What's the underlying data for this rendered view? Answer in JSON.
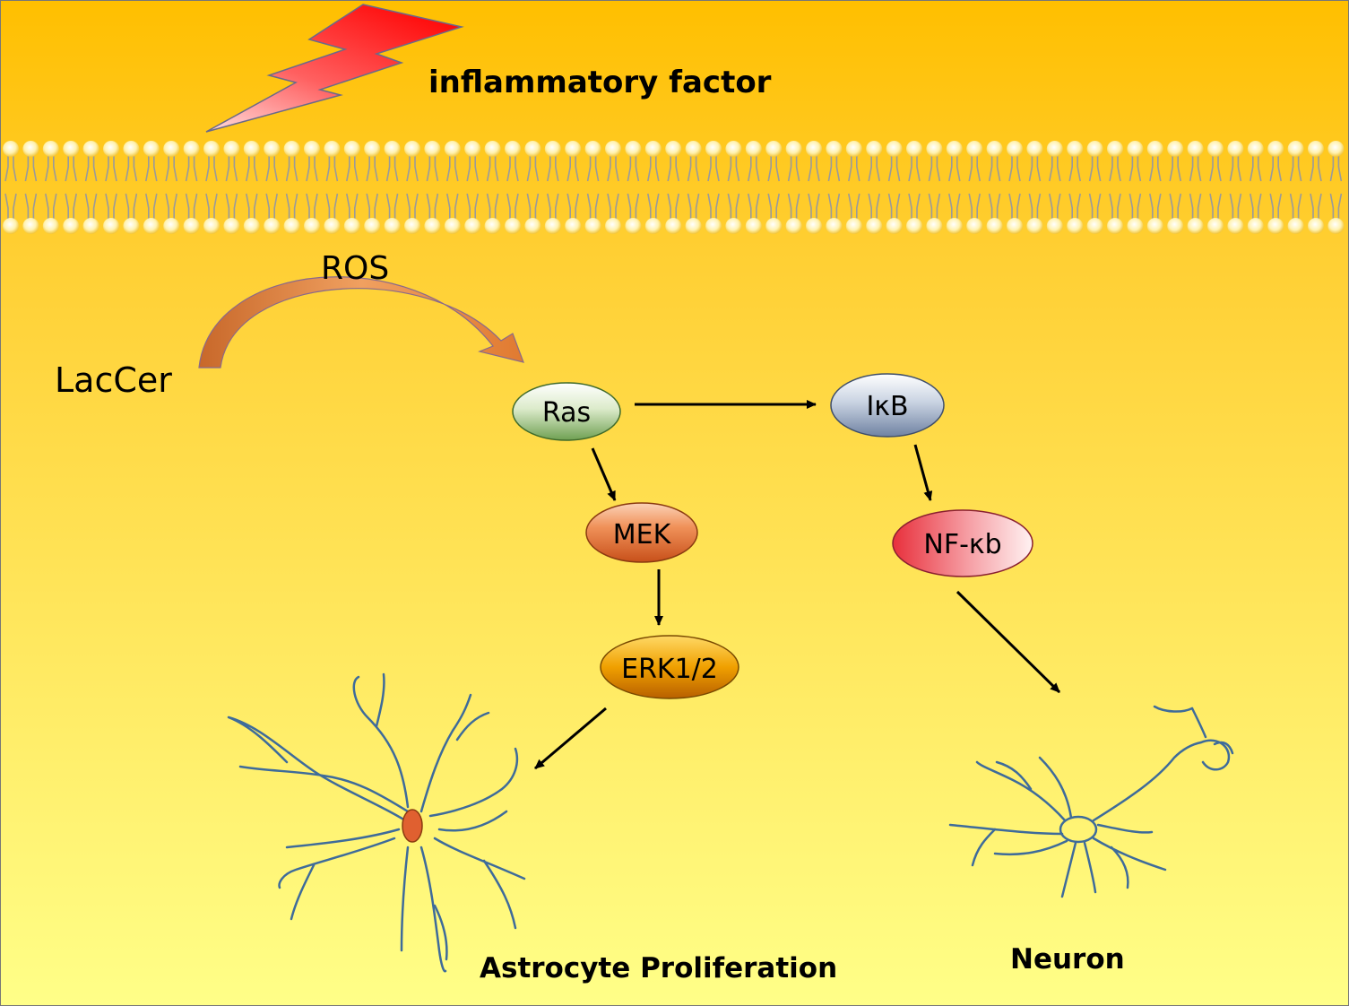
{
  "stimulus": {
    "label": "inflammatory factor",
    "icon": "lightning-bolt-icon"
  },
  "membrane": {
    "icon": "lipid-bilayer-icon"
  },
  "pathway": {
    "source": "LacCer",
    "mediator": "ROS",
    "nodes": {
      "ras": "Ras",
      "mek": "MEK",
      "erk": "ERK1/2",
      "ikb": "IκB",
      "nfkb": "NF-κb"
    }
  },
  "outcomes": {
    "astrocyte": "Astrocyte Proliferation",
    "neuron": "Neuron"
  },
  "colors": {
    "background_top": "#FFC000",
    "background_bottom": "#FFFF88",
    "ras": "#8DB86A",
    "mek": "#E8743B",
    "erk": "#D98A00",
    "ikb": "#8A9BB5",
    "nfkb": "#E8505B",
    "ros_arrow": "#D2742A",
    "cell_outline": "#3E6B9A",
    "astrocyte_nucleus": "#E06030"
  }
}
